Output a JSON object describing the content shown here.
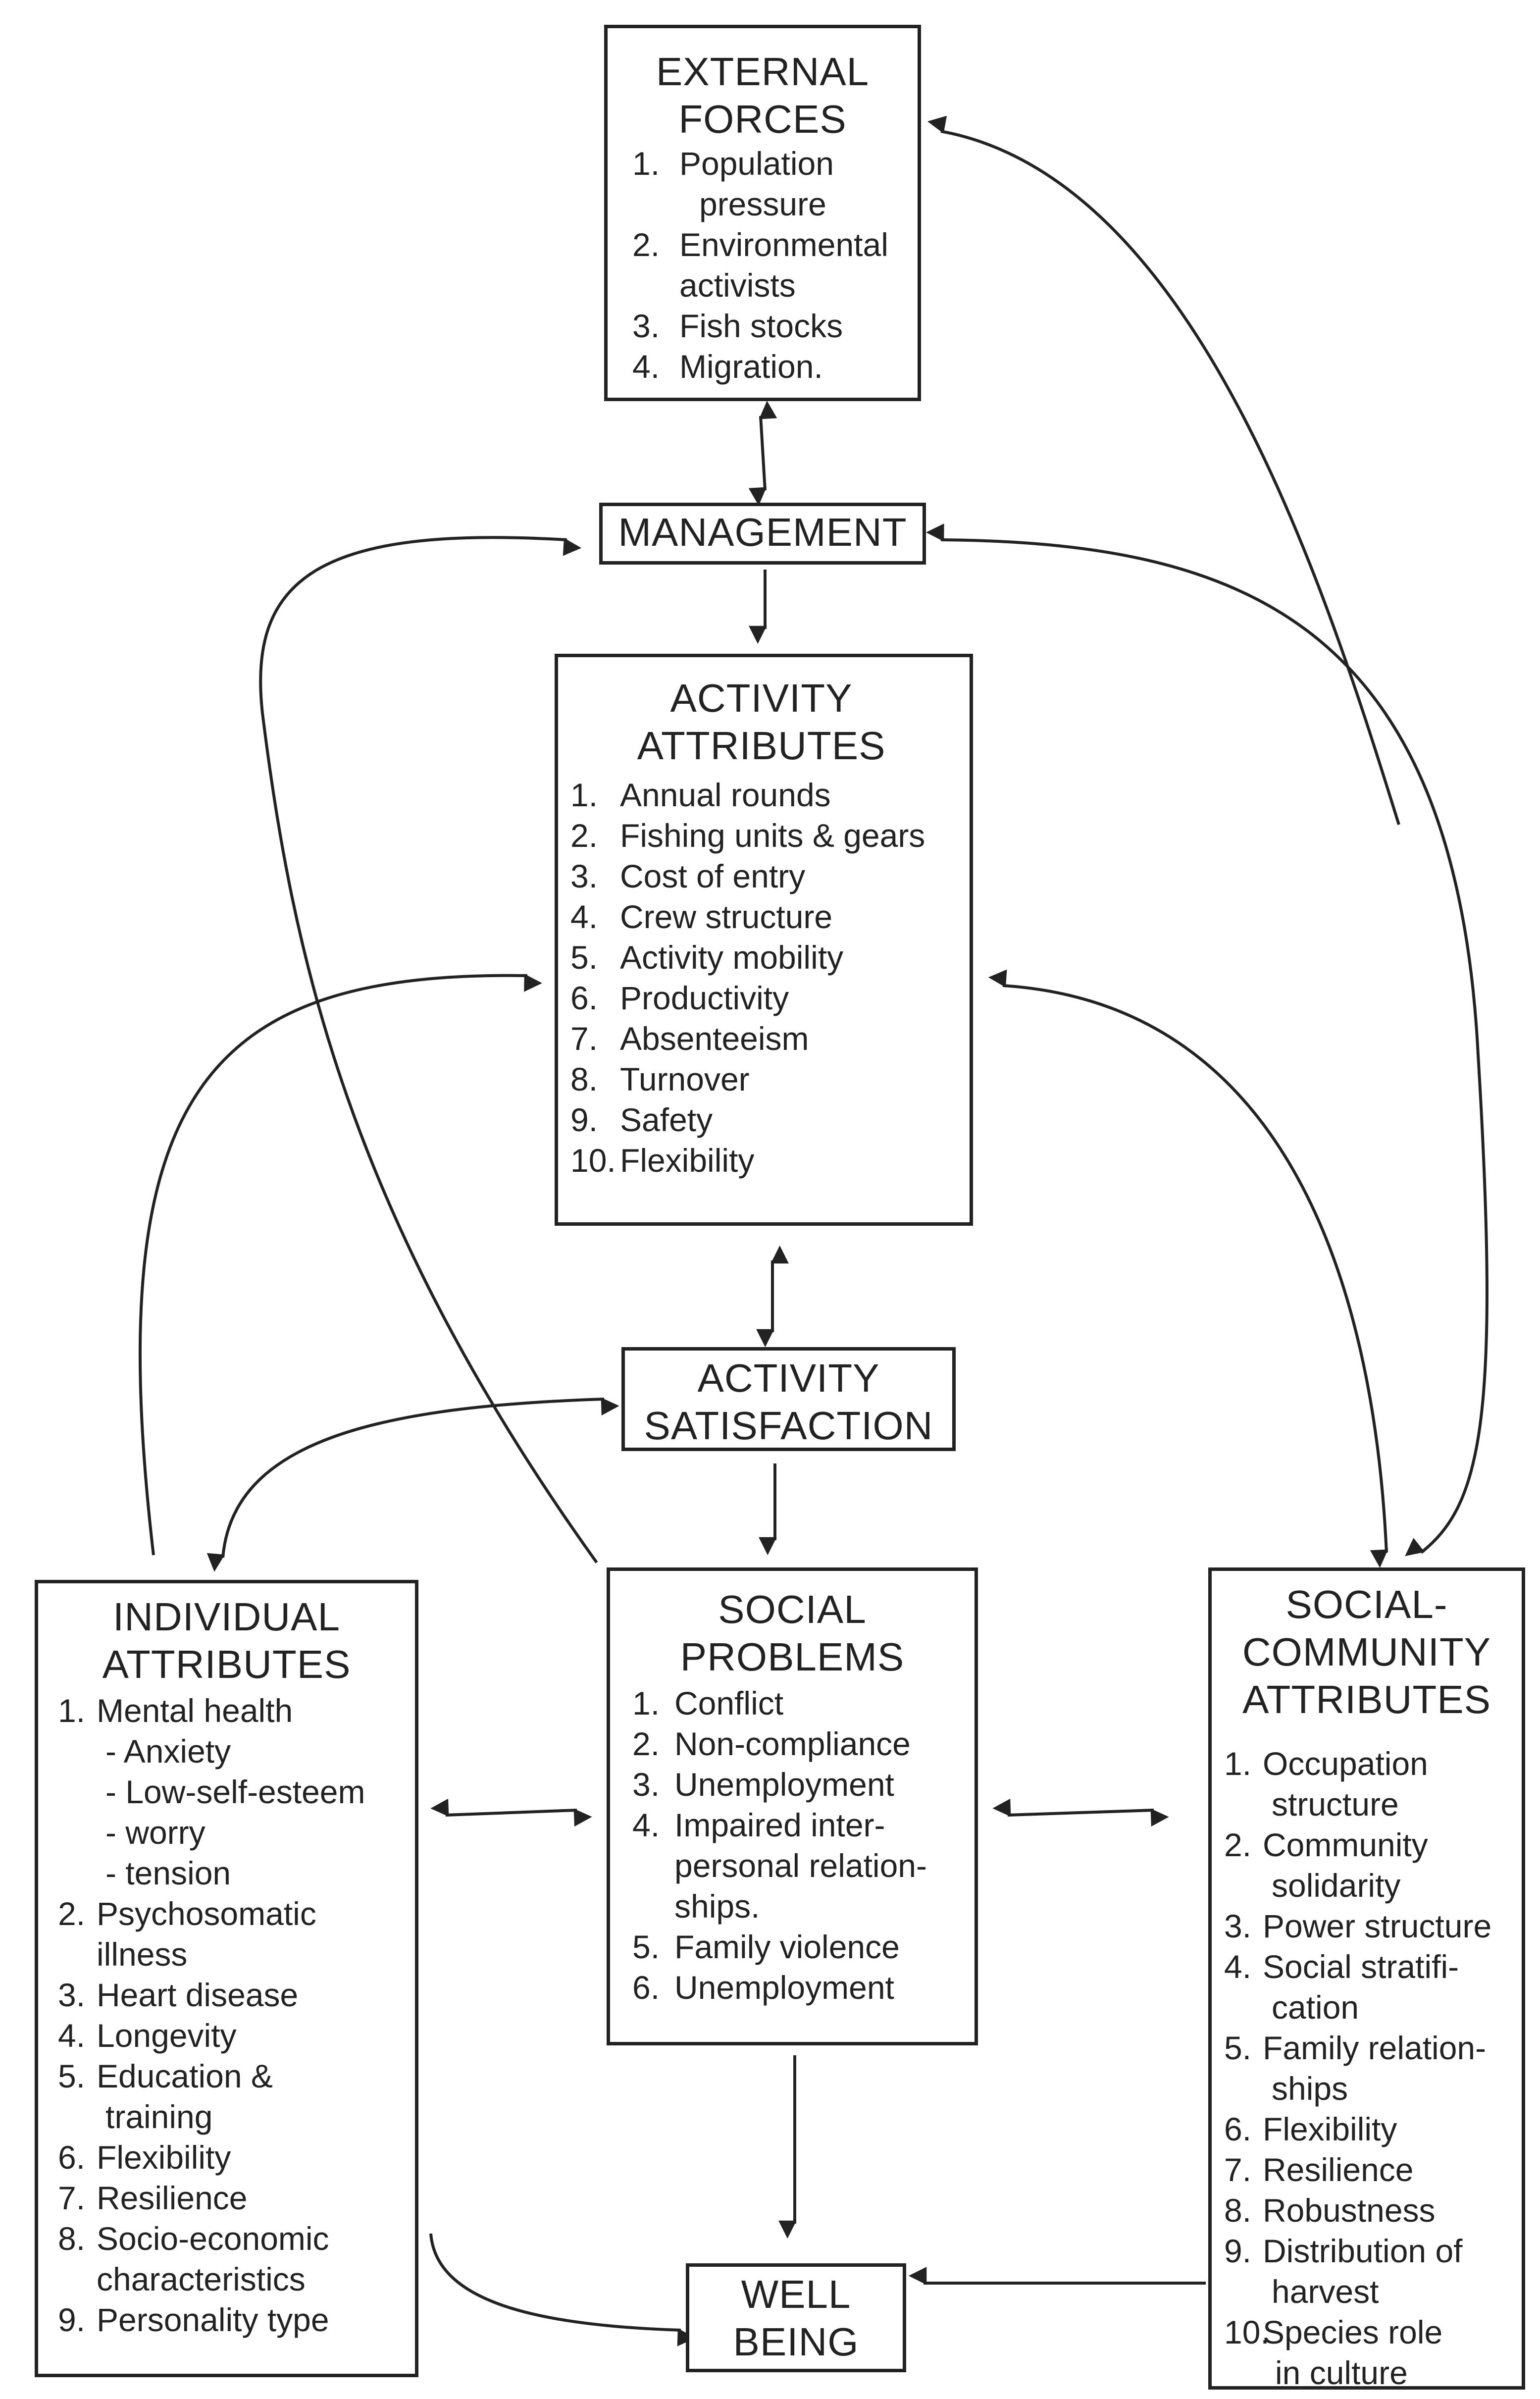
{
  "external_forces": {
    "title": [
      "EXTERNAL",
      "FORCES"
    ],
    "items": [
      {
        "num": "1.",
        "lines": [
          "Population",
          "pressure"
        ]
      },
      {
        "num": "2.",
        "lines": [
          "Environmental",
          "activists"
        ]
      },
      {
        "num": "3.",
        "lines": [
          "Fish stocks"
        ]
      },
      {
        "num": "4.",
        "lines": [
          "Migration."
        ]
      }
    ]
  },
  "management": {
    "title": [
      "MANAGEMENT"
    ]
  },
  "activity_attributes": {
    "title": [
      "ACTIVITY",
      "ATTRIBUTES"
    ],
    "items": [
      {
        "num": "1.",
        "lines": [
          "Annual rounds"
        ]
      },
      {
        "num": "2.",
        "lines": [
          "Fishing units & gears"
        ]
      },
      {
        "num": "3.",
        "lines": [
          "Cost of entry"
        ]
      },
      {
        "num": "4.",
        "lines": [
          "Crew structure"
        ]
      },
      {
        "num": "5.",
        "lines": [
          "Activity mobility"
        ]
      },
      {
        "num": "6.",
        "lines": [
          "Productivity"
        ]
      },
      {
        "num": "7.",
        "lines": [
          "Absenteeism"
        ]
      },
      {
        "num": "8.",
        "lines": [
          "Turnover"
        ]
      },
      {
        "num": "9.",
        "lines": [
          "Safety"
        ]
      },
      {
        "num": "10.",
        "lines": [
          "Flexibility"
        ]
      }
    ]
  },
  "activity_satisfaction": {
    "title": [
      "ACTIVITY",
      "SATISFACTION"
    ]
  },
  "individual_attributes": {
    "title": [
      "INDIVIDUAL",
      "ATTRIBUTES"
    ],
    "items": [
      {
        "num": "1.",
        "lines": [
          "Mental health"
        ],
        "sub": [
          "- Anxiety",
          "- Low-self-esteem",
          "- worry",
          "- tension"
        ]
      },
      {
        "num": "2.",
        "lines": [
          "Psychosomatic",
          "illness"
        ]
      },
      {
        "num": "3.",
        "lines": [
          "Heart disease"
        ]
      },
      {
        "num": "4.",
        "lines": [
          "Longevity"
        ]
      },
      {
        "num": "5.",
        "lines": [
          "Education &",
          "training"
        ]
      },
      {
        "num": "6.",
        "lines": [
          "Flexibility"
        ]
      },
      {
        "num": "7.",
        "lines": [
          "Resilience"
        ]
      },
      {
        "num": "8.",
        "lines": [
          "Socio-economic",
          "characteristics"
        ]
      },
      {
        "num": "9.",
        "lines": [
          "Personality type"
        ]
      }
    ]
  },
  "social_problems": {
    "title": [
      "SOCIAL",
      "PROBLEMS"
    ],
    "items": [
      {
        "num": "1.",
        "lines": [
          "Conflict"
        ]
      },
      {
        "num": "2.",
        "lines": [
          "Non-compliance"
        ]
      },
      {
        "num": "3.",
        "lines": [
          "Unemployment"
        ]
      },
      {
        "num": "4.",
        "lines": [
          "Impaired inter-",
          "personal relation-",
          "ships."
        ]
      },
      {
        "num": "5.",
        "lines": [
          "Family violence"
        ]
      },
      {
        "num": "6.",
        "lines": [
          "Unemployment"
        ]
      }
    ]
  },
  "social_community_attributes": {
    "title": [
      "SOCIAL-",
      "COMMUNITY",
      "ATTRIBUTES"
    ],
    "items": [
      {
        "num": "1.",
        "lines": [
          "Occupation",
          "structure"
        ]
      },
      {
        "num": "2.",
        "lines": [
          "Community",
          "solidarity"
        ]
      },
      {
        "num": "3.",
        "lines": [
          "Power structure"
        ]
      },
      {
        "num": "4.",
        "lines": [
          "Social stratifi-",
          "cation"
        ]
      },
      {
        "num": "5.",
        "lines": [
          "Family relation-",
          "ships"
        ]
      },
      {
        "num": "6.",
        "lines": [
          "Flexibility"
        ]
      },
      {
        "num": "7.",
        "lines": [
          "Resilience"
        ]
      },
      {
        "num": "8.",
        "lines": [
          "Robustness"
        ]
      },
      {
        "num": "9.",
        "lines": [
          "Distribution of",
          "harvest"
        ]
      },
      {
        "num": "10.",
        "lines": [
          "Species role",
          "in culture"
        ]
      }
    ]
  },
  "well_being": {
    "title": [
      "WELL",
      "BEING"
    ]
  }
}
